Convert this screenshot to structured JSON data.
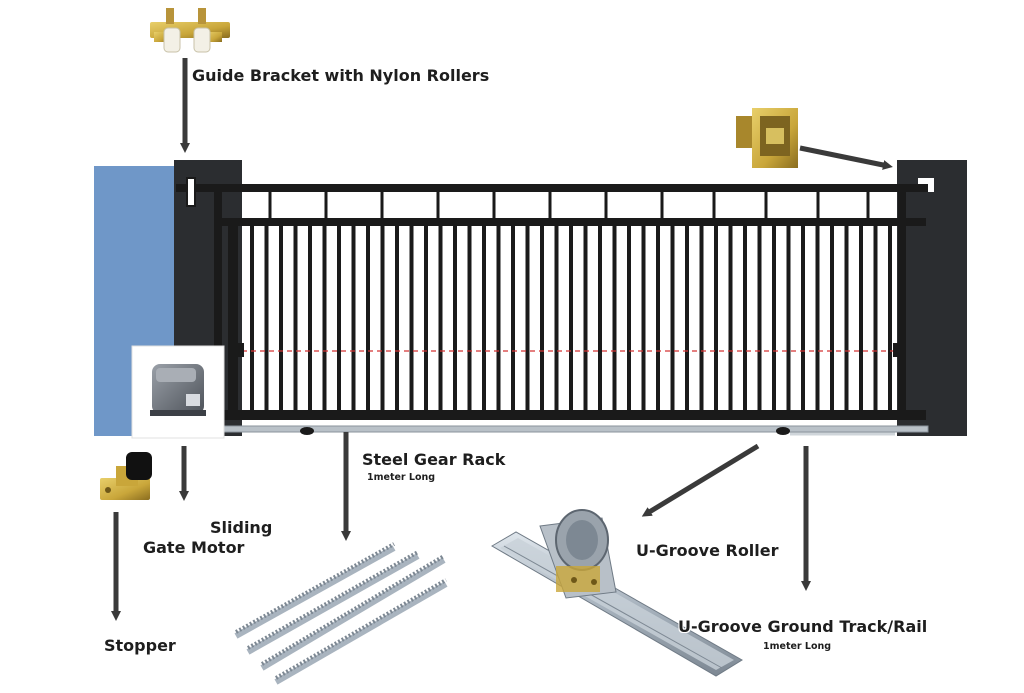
{
  "labels": {
    "guide_bracket": "Guide Bracket with Nylon Rollers",
    "steel_gear_rack": "Steel Gear Rack",
    "steel_gear_rack_note": "1meter Long",
    "sliding_line1": "Sliding",
    "sliding_line2": "Gate Motor",
    "stopper": "Stopper",
    "u_groove_roller": "U-Groove Roller",
    "u_groove_track": "U-Groove Ground Track/Rail",
    "u_groove_track_note": "1meter Long"
  },
  "colors": {
    "pillar": "#2b2d30",
    "gate_frame": "#1a1a1a",
    "wall": "#6f97c8",
    "arrow": "#3a3a3a",
    "hardware_gold": "#c9a63a",
    "rail_steel": "#a9b4bf",
    "motor_grey": "#6b7079",
    "center_line": "#d33333"
  },
  "icons": [
    "guide-bracket-icon",
    "end-catch-bracket-icon",
    "motor-icon",
    "stopper-icon",
    "gear-rack-icon",
    "u-groove-roller-icon",
    "u-groove-rail-icon"
  ]
}
